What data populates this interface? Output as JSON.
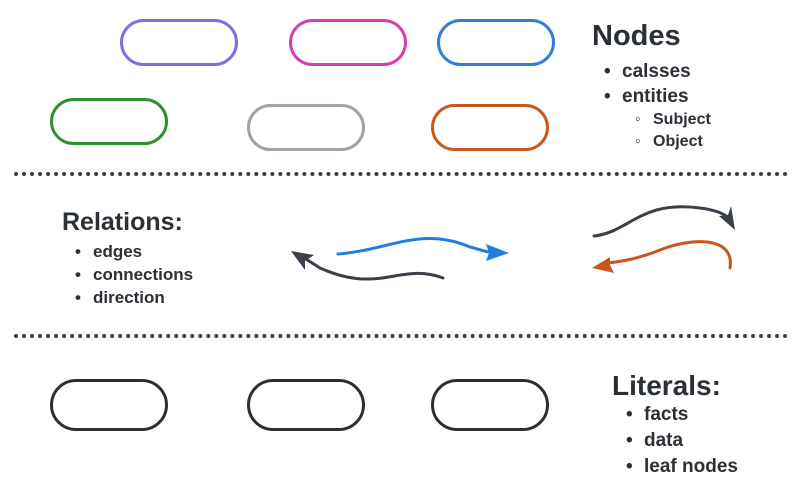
{
  "nodes": {
    "title": "Nodes",
    "items": [
      "calsses",
      "entities"
    ],
    "subitems": [
      "Subject",
      "Object"
    ],
    "pill_colors": [
      "#7b6fe6",
      "#d63fa8",
      "#2f7fd9",
      "#2f8f2f",
      "#9ea3ab",
      "#c9581e"
    ]
  },
  "relations": {
    "title": "Relations:",
    "items": [
      "edges",
      "connections",
      "direction"
    ],
    "arrow_colors": [
      "#1f7ee0",
      "#3a3f4a",
      "#c9581e"
    ]
  },
  "literals": {
    "title": "Literals:",
    "items": [
      "facts",
      "data",
      "leaf nodes"
    ],
    "pill_color": "#2b2f36"
  }
}
